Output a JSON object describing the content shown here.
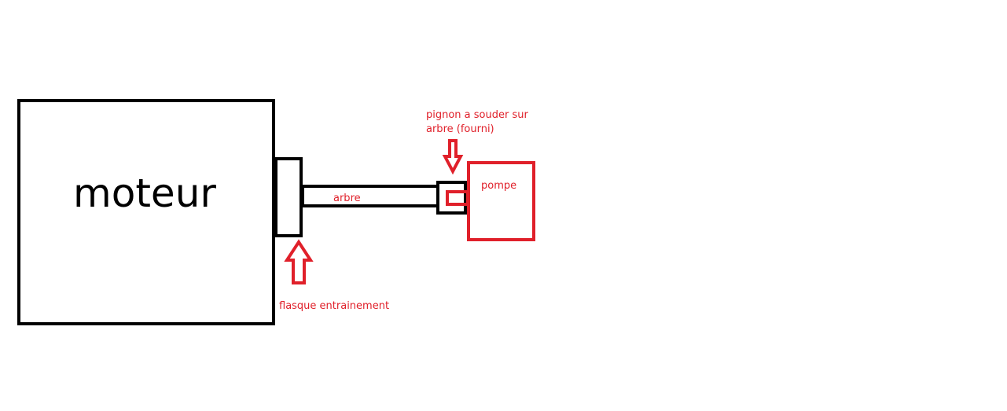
{
  "labels": {
    "motor": "moteur",
    "shaft": "arbre",
    "pump": "pompe",
    "flange": "flasque entrainement",
    "pinion_line1": "pignon a souder sur",
    "pinion_line2": "arbre (fourni)"
  },
  "colors": {
    "black": "#000000",
    "red": "#e0202a",
    "background": "#ffffff"
  }
}
